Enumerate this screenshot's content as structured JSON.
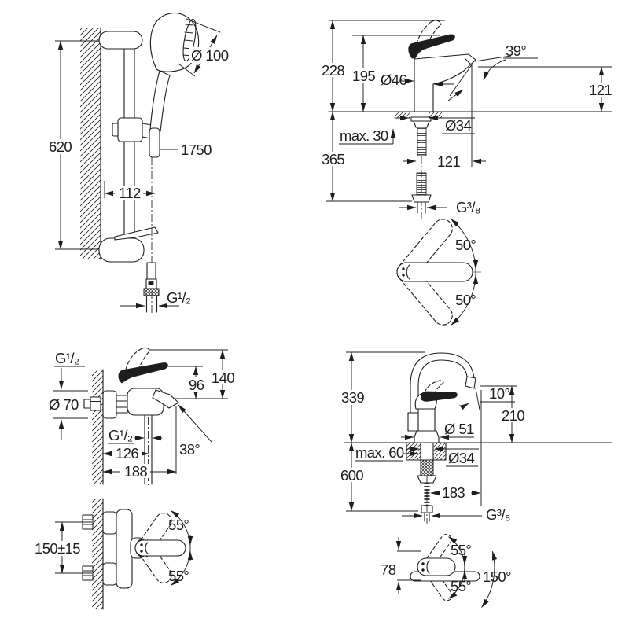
{
  "theme": {
    "background": "#ffffff",
    "line_color": "#1d1d1b",
    "centerline_color": "#9b9b9b"
  },
  "shower_rail_set": {
    "rail_height": "620",
    "head_diameter": "Ø 100",
    "hose_length": "1750",
    "wall_to_hose": "112",
    "connection_thread": "G¹/₂"
  },
  "basin_mixer": {
    "height_open": "228",
    "height_closed": "195",
    "body_diameter": "Ø46",
    "spray_angle": "39°",
    "spout_height": "121",
    "max_deck": "max. 30",
    "hole_diameter": "Ø34",
    "hose_length": "365",
    "spout_projection": "121",
    "connection_thread": "G³/₈",
    "handle_swing_up": "50°",
    "handle_swing_down": "50°"
  },
  "bath_mixer": {
    "inlet_thread": "G¹/₂",
    "escutcheon_diameter": "Ø 70",
    "handle_height": "96",
    "total_height": "140",
    "outlet_thread": "G¹/₂",
    "hose_offset": "126",
    "spray_angle": "38°",
    "spout_projection": "188",
    "inlet_spacing": "150±15",
    "handle_swing_up": "55°",
    "handle_swing_down": "55°"
  },
  "sink_mixer": {
    "spout_height": "339",
    "spray_angle": "10°",
    "outlet_height": "210",
    "body_diameter": "Ø 51",
    "max_deck": "max. 60",
    "hole_diameter": "Ø34",
    "hose_length": "600",
    "spout_projection": "183",
    "connection_thread": "G³/₈",
    "base_depth": "78",
    "handle_swing_up": "55°",
    "handle_swing_down": "55°",
    "spout_swivel": "150°"
  }
}
